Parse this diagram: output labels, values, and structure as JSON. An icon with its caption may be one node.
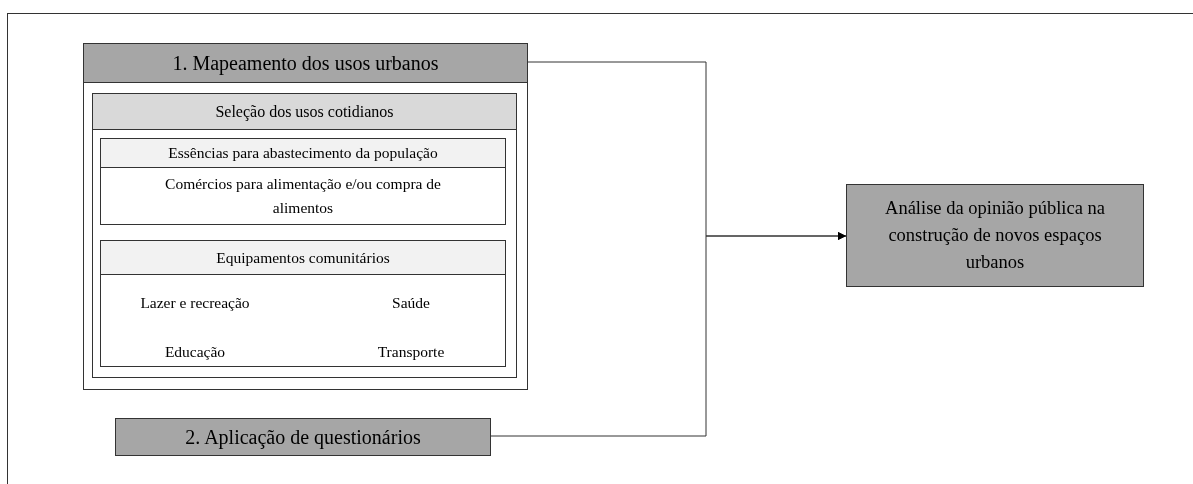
{
  "diagram": {
    "nodes": [
      {
        "text": [
          "1. Mapeamento dos usos urbanos"
        ]
      },
      {
        "text": [
          "Seleção dos usos cotidianos"
        ],
        "in": 0
      },
      {
        "text": [
          "Essências para abastecimento da população",
          "Comércios para alimentação e/ou compra de alimentos"
        ],
        "in": 1
      },
      {
        "text": [
          "Equipamentos comunitários",
          "Lazer e recreação",
          "Saúde",
          "Educação",
          "Transporte"
        ],
        "in": 1
      },
      {
        "text": [
          "2. Aplicação de questionários"
        ]
      },
      {
        "text": [
          "Análise da opinião pública na construção de novos espaços urbanos"
        ]
      }
    ],
    "edges": [
      {
        "from": 0,
        "to": 5,
        "arrow": "to"
      },
      {
        "from": 4,
        "to": 5,
        "arrow": "to"
      }
    ]
  }
}
